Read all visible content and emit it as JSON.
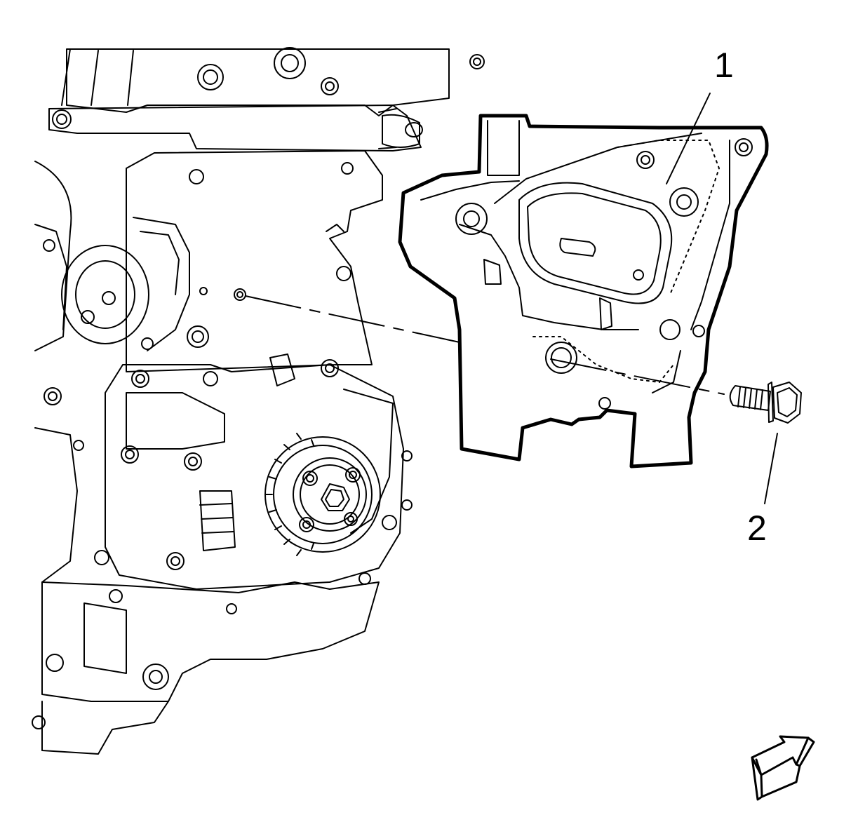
{
  "diagram": {
    "callouts": [
      {
        "id": "1",
        "label": "1"
      },
      {
        "id": "2",
        "label": "2"
      }
    ],
    "icons": {
      "direction": "front-direction-arrow-icon"
    },
    "colors": {
      "line": "#000000",
      "background": "#ffffff"
    }
  }
}
